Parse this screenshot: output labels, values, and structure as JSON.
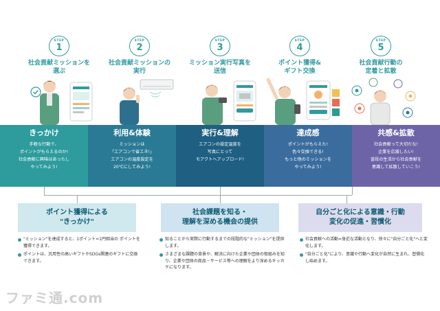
{
  "steps": [
    {
      "word": "STEP",
      "num": "1",
      "title": "社会貢献ミッションを\n選ぶ"
    },
    {
      "word": "STEP",
      "num": "2",
      "title": "社会貢献ミッションの\n実行"
    },
    {
      "word": "STEP",
      "num": "3",
      "title": "ミッション実行写真を\n送信"
    },
    {
      "word": "STEP",
      "num": "4",
      "title": "ポイント獲得&\nギフト交換"
    },
    {
      "word": "STEP",
      "num": "5",
      "title": "社会貢献行動の\n定着と拡散"
    }
  ],
  "columns": [
    {
      "title": "きっかけ",
      "color": "#2e9b9d",
      "body": "手軽な行動で、\nポイントがもらえるのか!\n社会貢献に興味はあったし\nやってみよう!"
    },
    {
      "title": "利用&体験",
      "color": "#2a7a95",
      "body": "ミッションは\n「エアコンで省エネ!」\nエアコンの温度設定を\n20℃にしてみよう!"
    },
    {
      "title": "実行&理解",
      "color": "#1f5f82",
      "body": "エアコンの設定温度を\n写真にとって\nモアクトへアップロード!"
    },
    {
      "title": "達成感",
      "color": "#3a6c9e",
      "body": "ポイントがもらえた!\n色々交換できる!\nもっと他のミッションを\nやってみよう!"
    },
    {
      "title": "共感&拡散",
      "color": "#6d64a8",
      "body": "社会貢献って大切だな!\n企業を応援したい!\n普段の生活から社会貢献を\n意識して拡散していこう!"
    }
  ],
  "outcomes": [
    {
      "title": "ポイント獲得による\n\"きっかけ\"",
      "bg": "#cfe9ee",
      "bullets": [
        "\"ミッション\"を達成すると、1ポイント=1円相当の ポイントを獲得できます。",
        "ポイントは、汎用性の高いギフトやSDGs関連のギフトに交換できます。"
      ]
    },
    {
      "title": "社会課題を知る・\n理解を深める機会の提供",
      "bg": "#cfe3f0",
      "bullets": [
        "知ることから実際に行動するまでの段階的な\"ミッション\"を提供します。",
        "さまざまな課題の背景や、解決に向けた企業や団体の取組みを知り、企業や団体の商品・サービス等への理解をより深めるキッカケになります。"
      ]
    },
    {
      "title": "自分ごと化による意識・行動\n変化の促進・習慣化",
      "bg": "#dcdcee",
      "bullets": [
        "社会貢献への活動=身近な活動となり、徐々に\"自分ごと化\"へと変化します。",
        "\"自分ごと化\"により、意識や行動へ変化が自然に生まれ、習慣化し始めます。"
      ]
    }
  ],
  "watermark": "ファミ通.com"
}
